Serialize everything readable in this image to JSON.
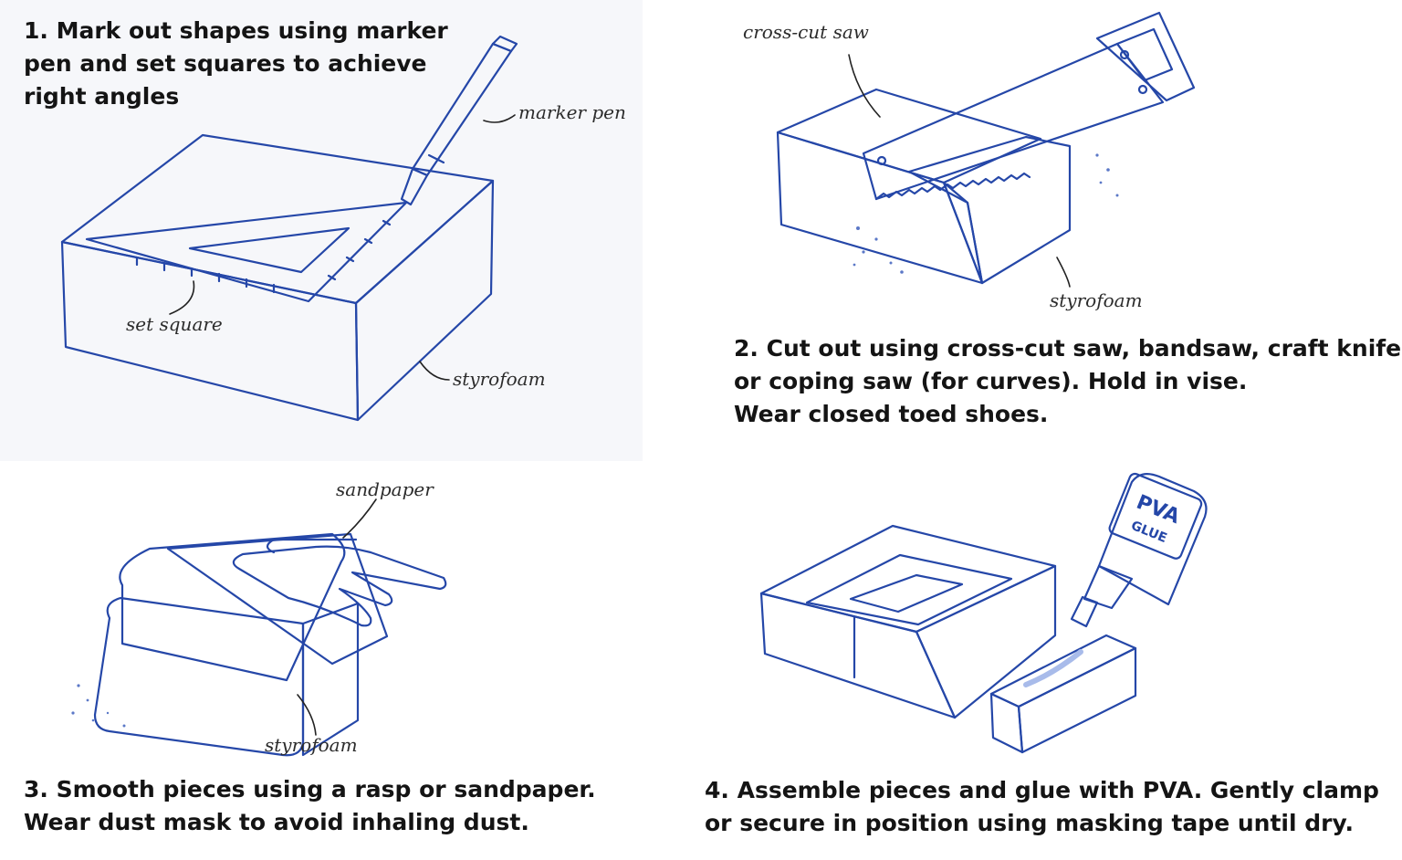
{
  "steps": [
    {
      "caption_lines": [
        "1. Mark out shapes using marker",
        "pen and set squares to achieve",
        "right angles"
      ],
      "labels": {
        "marker": "marker pen",
        "square": "set square",
        "foam": "styrofoam"
      }
    },
    {
      "caption_lines": [
        "2. Cut out using cross-cut saw, bandsaw, craft knife,",
        "or coping saw (for curves). Hold in vise.",
        "Wear closed toed shoes."
      ],
      "labels": {
        "saw": "cross-cut saw",
        "foam": "styrofoam"
      }
    },
    {
      "caption_lines": [
        "3. Smooth pieces using a rasp or sandpaper.",
        "Wear dust mask to avoid inhaling dust."
      ],
      "labels": {
        "paper": "sandpaper",
        "foam": "styrofoam"
      }
    },
    {
      "caption_lines": [
        "4. Assemble pieces and glue with PVA. Gently clamp",
        "or secure in position using masking tape until dry."
      ],
      "bottle_text": {
        "line1": "PVA",
        "line2": "GLUE"
      }
    }
  ],
  "colors": {
    "ink": "#2547a8",
    "foam_fill": "#e7ecf8",
    "text": "#141414"
  }
}
